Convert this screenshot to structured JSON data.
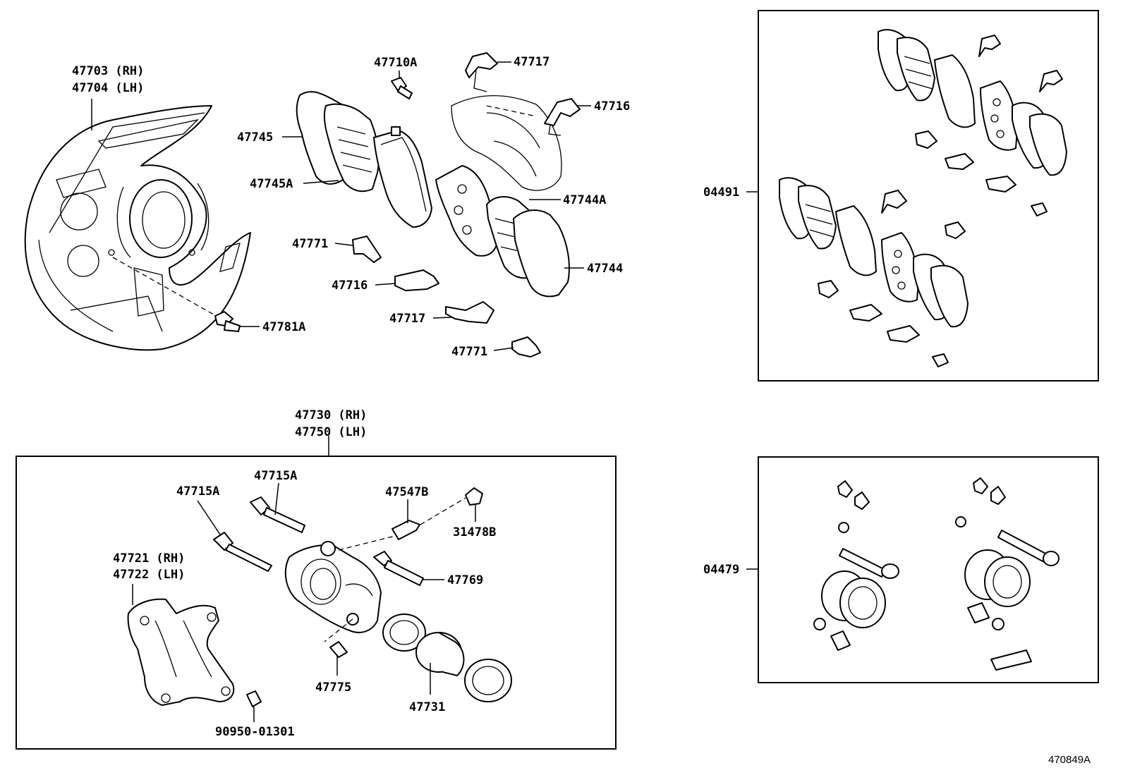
{
  "diagram": {
    "drawing_number": "470849A",
    "labels": {
      "shield_rh": "47703 (RH)",
      "shield_lh": "47704 (LH)",
      "bolt_47781a": "47781A",
      "shim_47745": "47745",
      "shim_47745a": "47745A",
      "bolt_47710a": "47710A",
      "clip_47717_top": "47717",
      "clip_47716_top": "47716",
      "shim_47744a": "47744A",
      "shim_47744": "47744",
      "clip_47771_left": "47771",
      "clip_47716_bottom": "47716",
      "clip_47717_bottom": "47717",
      "clip_47771_bottom": "47771",
      "pad_kit": "04491",
      "caliper_rh": "47730 (RH)",
      "caliper_lh": "47750 (LH)",
      "pin_47715a_left": "47715A",
      "pin_47715a_right": "47715A",
      "plug_47547b": "47547B",
      "cap_31478b": "31478B",
      "pin_47769": "47769",
      "mounting_rh": "47721 (RH)",
      "mounting_lh": "47722 (LH)",
      "bleeder_47775": "47775",
      "piston_47731": "47731",
      "bolt_9095001301": "90950-01301",
      "seal_kit": "04479"
    }
  }
}
